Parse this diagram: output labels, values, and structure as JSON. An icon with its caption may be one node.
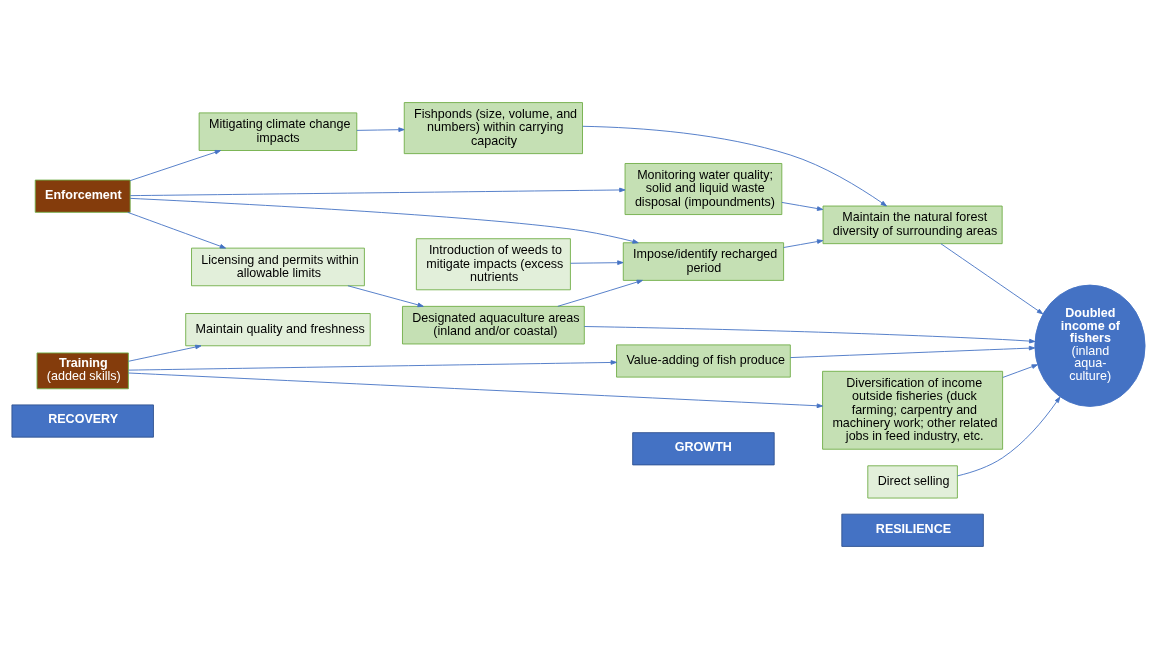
{
  "diagram": {
    "nodes": [
      {
        "text": [
          "RECOVERY"
        ]
      },
      {
        "text": [
          "GROWTH"
        ]
      },
      {
        "text": [
          "RESILIENCE"
        ]
      },
      {
        "text": [
          "Enforcement"
        ]
      },
      {
        "text": [
          "Mitigating climate change impacts"
        ]
      },
      {
        "text": [
          "Monitoring water quality; solid and liquid waste disposal (impoundments)"
        ]
      },
      {
        "text": [
          "Fishponds (size, volume, and numbers) within carrying capacity"
        ]
      },
      {
        "text": [
          "Impose/identify recharged period"
        ]
      },
      {
        "text": [
          "Introduction of weeds to mitigate impacts (excess nutrients"
        ]
      },
      {
        "text": [
          "Maintain the natural forest diversity of surrounding areas"
        ]
      },
      {
        "text": [
          "Doubled income of fishers",
          "(inland aqua- culture)"
        ]
      },
      {
        "text": [
          "Licensing and permits within allowable limits"
        ]
      },
      {
        "text": [
          "Designated aquaculture areas (inland and/or coastal)"
        ]
      },
      {
        "text": [
          "Training",
          "(added skills)"
        ]
      },
      {
        "text": [
          "Maintain quality and freshness"
        ]
      },
      {
        "text": [
          "Value-adding of fish produce"
        ]
      },
      {
        "text": [
          "Direct selling"
        ]
      },
      {
        "text": [
          "Diversification of income outside fisheries (duck farming; carpentry and machinery work; other related jobs in feed industry, etc."
        ]
      }
    ],
    "edges": [
      {
        "from": 3,
        "to": 4,
        "arrow": "to"
      },
      {
        "from": 3,
        "to": 5,
        "arrow": "to"
      },
      {
        "from": 3,
        "to": 7,
        "arrow": "to"
      },
      {
        "from": 3,
        "to": 11,
        "arrow": "to"
      },
      {
        "from": 4,
        "to": 6,
        "arrow": "to"
      },
      {
        "from": 5,
        "to": 9,
        "arrow": "to"
      },
      {
        "from": 6,
        "to": 9,
        "arrow": "to"
      },
      {
        "from": 8,
        "to": 7,
        "arrow": "to"
      },
      {
        "from": 7,
        "to": 9,
        "arrow": "to"
      },
      {
        "from": 12,
        "to": 7,
        "arrow": "to"
      },
      {
        "from": 11,
        "to": 12,
        "arrow": "to"
      },
      {
        "from": 12,
        "to": 10,
        "arrow": "to"
      },
      {
        "from": 9,
        "to": 10,
        "arrow": "to"
      },
      {
        "from": 13,
        "to": 15,
        "arrow": "to"
      },
      {
        "from": 13,
        "to": 14,
        "arrow": "to"
      },
      {
        "from": 13,
        "to": 17,
        "arrow": "to"
      },
      {
        "from": 15,
        "to": 10,
        "arrow": "to"
      },
      {
        "from": 16,
        "to": 10,
        "arrow": "to"
      },
      {
        "from": 17,
        "to": 10,
        "arrow": "to"
      }
    ]
  }
}
